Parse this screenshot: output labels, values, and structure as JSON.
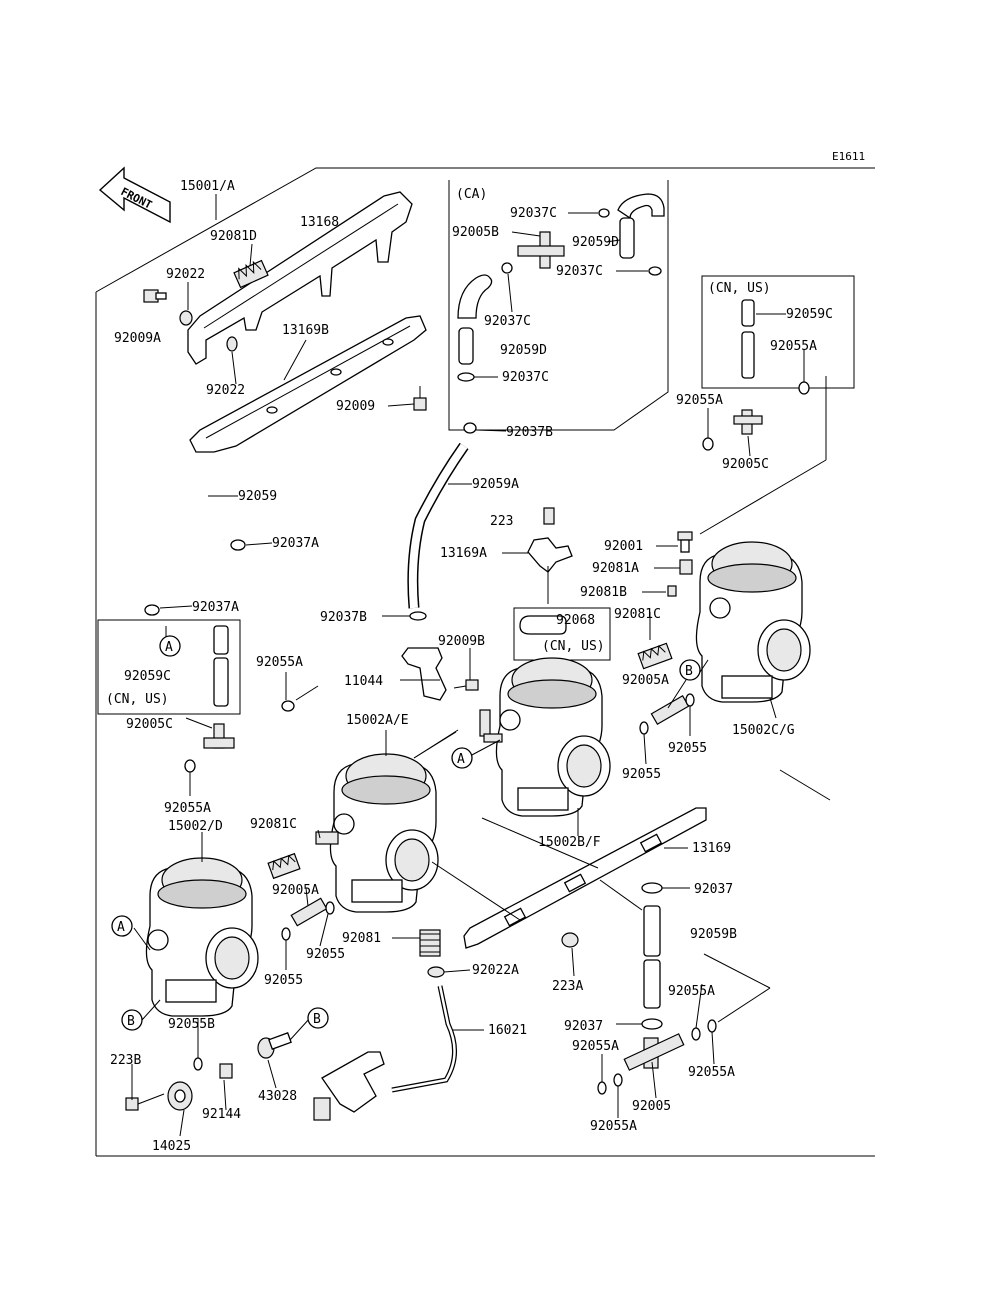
{
  "diagram_code": "E1611",
  "front_label": "FRONT",
  "parts": {
    "p15001A": "15001/A",
    "p13168": "13168",
    "p92081D": "92081D",
    "p92022_top": "92022",
    "p92009A": "92009A",
    "p13169B": "13169B",
    "p92022_mid": "92022",
    "p92009": "92009",
    "p92037C_1": "92037C",
    "p92005B": "92005B",
    "p92059D_1": "92059D",
    "p92037C_2": "92037C",
    "p92037C_3": "92037C",
    "p92059D_2": "92059D",
    "p92037C_4": "92037C",
    "p92059C_r": "92059C",
    "p92055A_r1": "92055A",
    "p92055A_r2": "92055A",
    "p92005C_r": "92005C",
    "p92037B_top": "92037B",
    "p92059A": "92059A",
    "p92059": "92059",
    "p92037A_1": "92037A",
    "p92037A_2": "92037A",
    "p223": "223",
    "p13169A": "13169A",
    "p92001": "92001",
    "p92081A": "92081A",
    "p92081B": "92081B",
    "p92068": "92068",
    "p92081C_r": "92081C",
    "p92037B_mid": "92037B",
    "p92009B": "92009B",
    "p11044": "11044",
    "p92055A_l": "92055A",
    "p92059C_l": "92059C",
    "p92005C_l": "92005C",
    "p15002AE": "15002A/E",
    "p92005A_r": "92005A",
    "p92055_r1": "92055",
    "p15002CG": "15002C/G",
    "p92055_r2": "92055",
    "p92055A_l2": "92055A",
    "p15002D": "15002/D",
    "p92081C_l": "92081C",
    "p15002BF": "15002B/F",
    "p13169": "13169",
    "p92005A_l": "92005A",
    "p92037": "92037",
    "p92055_l1": "92055",
    "p92081": "92081",
    "p92059B": "92059B",
    "p92055_l2": "92055",
    "p92022A": "92022A",
    "p223A": "223A",
    "p92055A_b1": "92055A",
    "p92055B": "92055B",
    "p16021": "16021",
    "p92037_b": "92037",
    "p92055A_b2": "92055A",
    "p223B": "223B",
    "p92055A_b3": "92055A",
    "p43028": "43028",
    "p92144": "92144",
    "p92005": "92005",
    "p92055A_b4": "92055A",
    "p14025": "14025"
  },
  "boxes": {
    "ca": "(CA)",
    "cnus_1": "(CN, US)",
    "cnus_2": "(CN, US)",
    "cnus_3": "(CN, US)"
  },
  "markers": {
    "a": "A",
    "b": "B"
  }
}
